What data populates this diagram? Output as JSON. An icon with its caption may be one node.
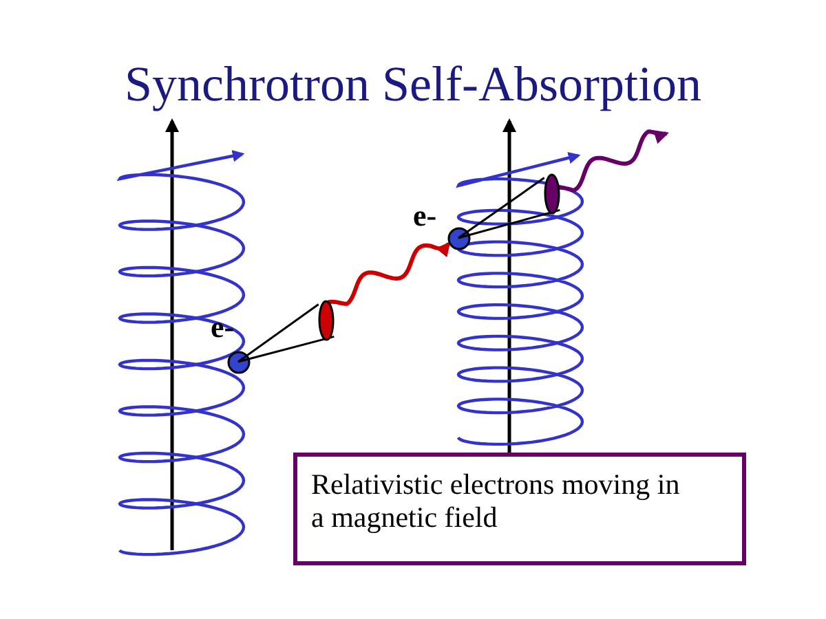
{
  "diagram": {
    "title": "Synchrotron Self-Absorption",
    "nodes": [
      {
        "text": [],
        "shape": "circle",
        "beside": [
          "e-"
        ]
      },
      {
        "text": [],
        "shape": "cone"
      },
      {
        "text": [],
        "shape": "circle",
        "beside": [
          "e-"
        ]
      },
      {
        "text": [],
        "shape": "cone"
      },
      {
        "text": [
          "Relativistic electrons moving in a magnetic field"
        ]
      }
    ],
    "edges": [
      {
        "from": 1,
        "to": 2,
        "arrow": "to",
        "color": "#cc0000"
      },
      {
        "from": 3,
        "to": null,
        "arrow": "to",
        "color": "#660066"
      }
    ]
  }
}
